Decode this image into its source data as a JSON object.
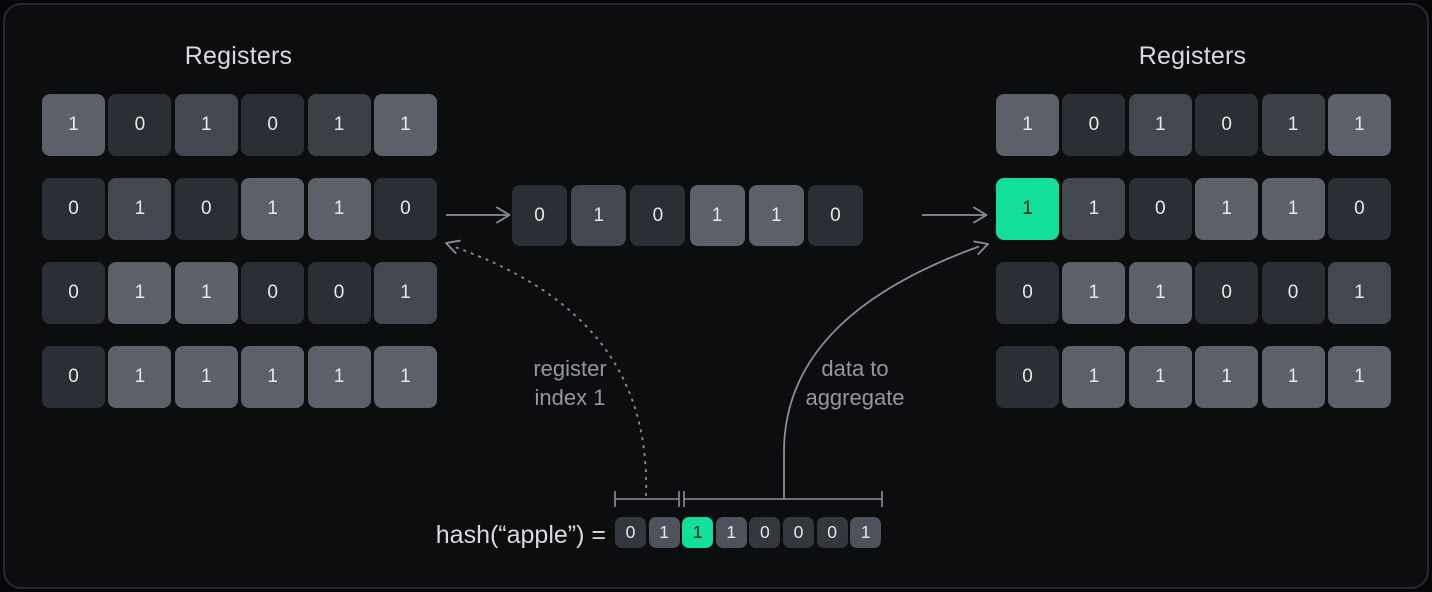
{
  "palette": {
    "background": "#060708",
    "panel_bg": "#0c0d0f",
    "panel_border": "#27292e",
    "cell_dark": "#2b2e34",
    "cell_medium_dark": "#3b3f46",
    "cell_medium": "#43474f",
    "cell_light": "#5b6069",
    "hash_dark": "#34373e",
    "hash_medium": "#4e525b",
    "accent_green": "#12e09a",
    "green_text": "#13241c",
    "digit_color": "#e6e8ea",
    "line_color": "#8b8e95",
    "label_color": "#94979e",
    "title_color": "#d8dadd"
  },
  "left_registers": {
    "title": "Registers",
    "rows": [
      [
        {
          "v": "1",
          "s": "l"
        },
        {
          "v": "0",
          "s": "d"
        },
        {
          "v": "1",
          "s": "m"
        },
        {
          "v": "0",
          "s": "d"
        },
        {
          "v": "1",
          "s": "md"
        },
        {
          "v": "1",
          "s": "l"
        }
      ],
      [
        {
          "v": "0",
          "s": "d"
        },
        {
          "v": "1",
          "s": "m"
        },
        {
          "v": "0",
          "s": "d"
        },
        {
          "v": "1",
          "s": "l"
        },
        {
          "v": "1",
          "s": "l"
        },
        {
          "v": "0",
          "s": "d"
        }
      ],
      [
        {
          "v": "0",
          "s": "d"
        },
        {
          "v": "1",
          "s": "l"
        },
        {
          "v": "1",
          "s": "l"
        },
        {
          "v": "0",
          "s": "d"
        },
        {
          "v": "0",
          "s": "d"
        },
        {
          "v": "1",
          "s": "m"
        }
      ],
      [
        {
          "v": "0",
          "s": "d"
        },
        {
          "v": "1",
          "s": "l"
        },
        {
          "v": "1",
          "s": "l"
        },
        {
          "v": "1",
          "s": "l"
        },
        {
          "v": "1",
          "s": "l"
        },
        {
          "v": "1",
          "s": "l"
        }
      ]
    ]
  },
  "middle_row": {
    "cells": [
      {
        "v": "0",
        "s": "d"
      },
      {
        "v": "1",
        "s": "m"
      },
      {
        "v": "0",
        "s": "d"
      },
      {
        "v": "1",
        "s": "l"
      },
      {
        "v": "1",
        "s": "l"
      },
      {
        "v": "0",
        "s": "d"
      }
    ]
  },
  "right_registers": {
    "title": "Registers",
    "rows": [
      [
        {
          "v": "1",
          "s": "l"
        },
        {
          "v": "0",
          "s": "d"
        },
        {
          "v": "1",
          "s": "m"
        },
        {
          "v": "0",
          "s": "d"
        },
        {
          "v": "1",
          "s": "md"
        },
        {
          "v": "1",
          "s": "l"
        }
      ],
      [
        {
          "v": "1",
          "s": "g"
        },
        {
          "v": "1",
          "s": "m"
        },
        {
          "v": "0",
          "s": "d"
        },
        {
          "v": "1",
          "s": "l"
        },
        {
          "v": "1",
          "s": "l"
        },
        {
          "v": "0",
          "s": "d"
        }
      ],
      [
        {
          "v": "0",
          "s": "d"
        },
        {
          "v": "1",
          "s": "l"
        },
        {
          "v": "1",
          "s": "l"
        },
        {
          "v": "0",
          "s": "d"
        },
        {
          "v": "0",
          "s": "d"
        },
        {
          "v": "1",
          "s": "m"
        }
      ],
      [
        {
          "v": "0",
          "s": "d"
        },
        {
          "v": "1",
          "s": "l"
        },
        {
          "v": "1",
          "s": "l"
        },
        {
          "v": "1",
          "s": "l"
        },
        {
          "v": "1",
          "s": "l"
        },
        {
          "v": "1",
          "s": "l"
        }
      ]
    ]
  },
  "annotations": {
    "register_index_label": "register\nindex 1",
    "data_to_aggregate_label": "data to\naggregate"
  },
  "hash": {
    "label": "hash(“apple”) =",
    "bits": [
      {
        "v": "0",
        "s": "hd"
      },
      {
        "v": "1",
        "s": "hm"
      },
      {
        "v": "1",
        "s": "g"
      },
      {
        "v": "1",
        "s": "hm"
      },
      {
        "v": "0",
        "s": "hd"
      },
      {
        "v": "0",
        "s": "hd"
      },
      {
        "v": "0",
        "s": "hd"
      },
      {
        "v": "1",
        "s": "hm"
      }
    ]
  }
}
